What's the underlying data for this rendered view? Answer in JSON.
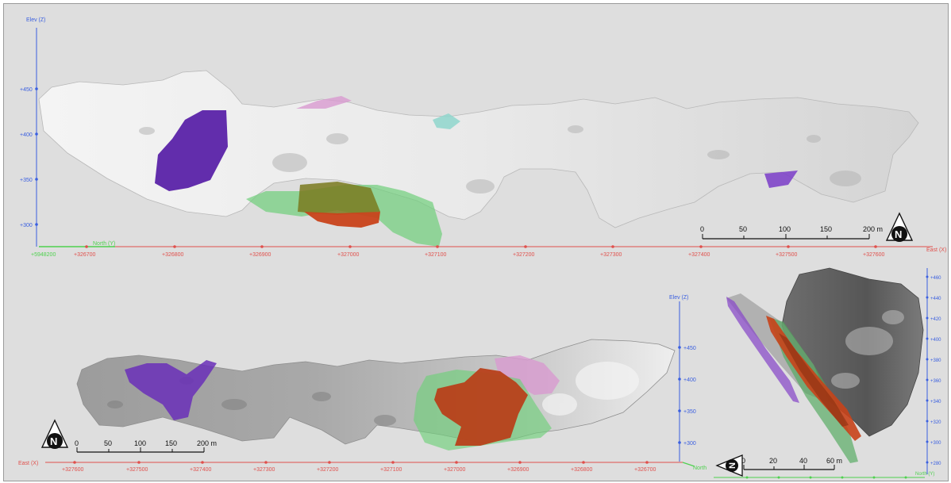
{
  "top_view": {
    "elev_label": "Elev (Z)",
    "y_ticks": [
      "+450",
      "+400",
      "+350",
      "+300"
    ],
    "x_ticks": [
      "+326700",
      "+326800",
      "+326900",
      "+327000",
      "+327100",
      "+327200",
      "+327300",
      "+327400",
      "+327500",
      "+327600"
    ],
    "x_axis_label": "East (X)",
    "north_label": "North (Y)",
    "origin_label": "+5948200",
    "scale_labels": [
      "0",
      "50",
      "100",
      "150",
      "200 m"
    ],
    "compass_letter": "N"
  },
  "bottom_left_view": {
    "elev_label": "Elev (Z)",
    "y_ticks": [
      "+450",
      "+400",
      "+350",
      "+300"
    ],
    "x_ticks": [
      "+327600",
      "+327500",
      "+327400",
      "+327300",
      "+327200",
      "+327100",
      "+327000",
      "+326900",
      "+326800",
      "+326700"
    ],
    "x_axis_label": "East (X)",
    "north_label": "North",
    "scale_labels": [
      "0",
      "50",
      "100",
      "150",
      "200 m"
    ],
    "compass_letter": "N"
  },
  "bottom_right_view": {
    "y_ticks": [
      "+460",
      "+440",
      "+420",
      "+400",
      "+380",
      "+360",
      "+340",
      "+320",
      "+300",
      "+280"
    ],
    "axis_label": "North (Y)",
    "scale_labels": [
      "0",
      "20",
      "40",
      "60 m"
    ],
    "compass_letter": "N"
  },
  "colors": {
    "background": "#dedede",
    "x_axis": "#e0504c",
    "z_axis": "#3a5fe0",
    "y_axis": "#4fd14f",
    "purple_body": "#5a22a8",
    "orange_body": "#c8421a",
    "green_body": "#6fcf7a",
    "pink_body": "#d89ad0",
    "teal_body": "#8fd6cc"
  }
}
